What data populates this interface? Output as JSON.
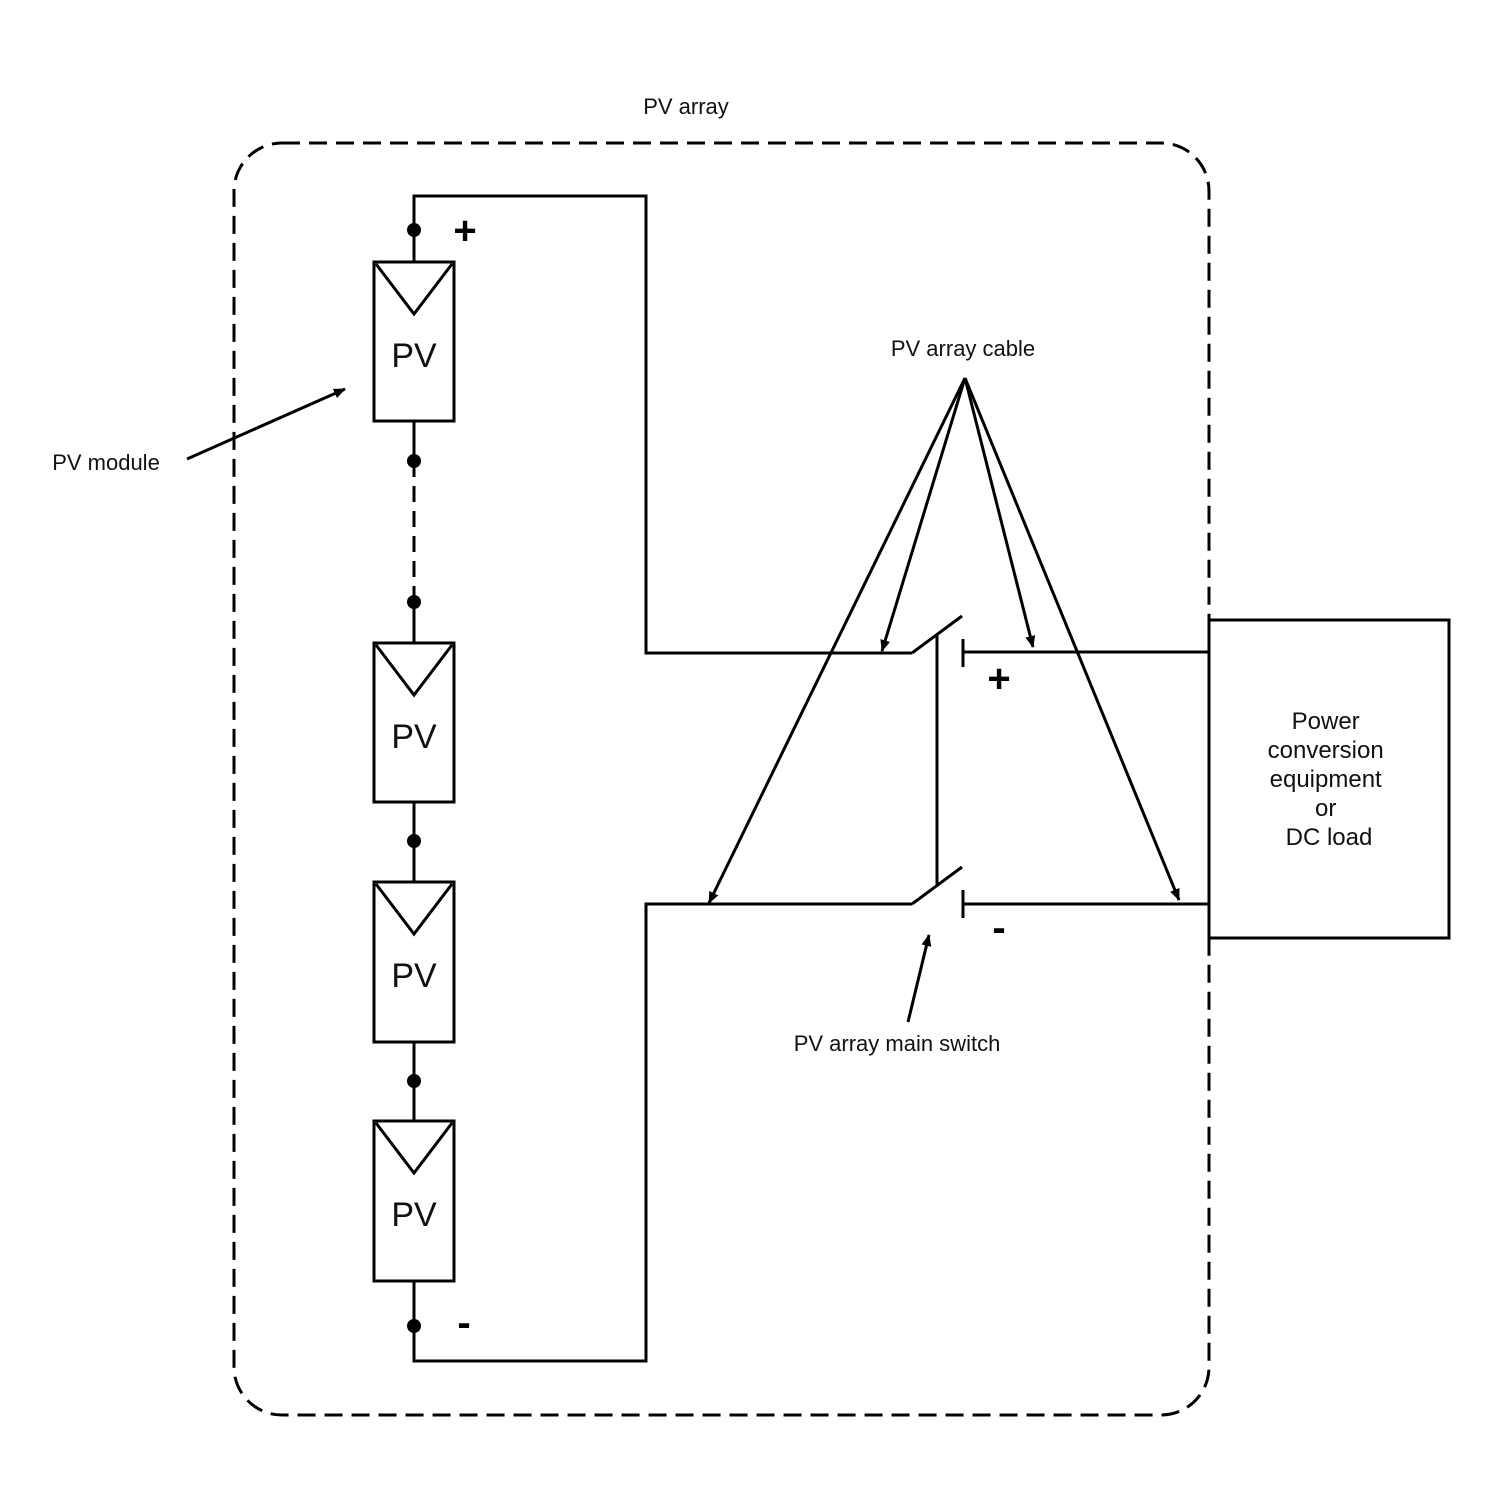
{
  "diagram": {
    "title": "PV array",
    "boundary_label": "PV array",
    "modules": [
      {
        "label": "PV"
      },
      {
        "label": "PV"
      },
      {
        "label": "PV"
      },
      {
        "label": "PV"
      }
    ],
    "polarity": {
      "string_positive": "+",
      "string_negative": "-",
      "switch_positive": "+",
      "switch_negative": "-"
    },
    "callouts": {
      "pv_module": "PV module",
      "pv_array_cable": "PV array cable",
      "pv_array_main_switch": "PV array main switch"
    },
    "load_box": {
      "lines": [
        "Power",
        "conversion",
        "equipment",
        "or",
        "DC load"
      ]
    },
    "colors": {
      "stroke": "#000000",
      "background": "#ffffff"
    }
  }
}
